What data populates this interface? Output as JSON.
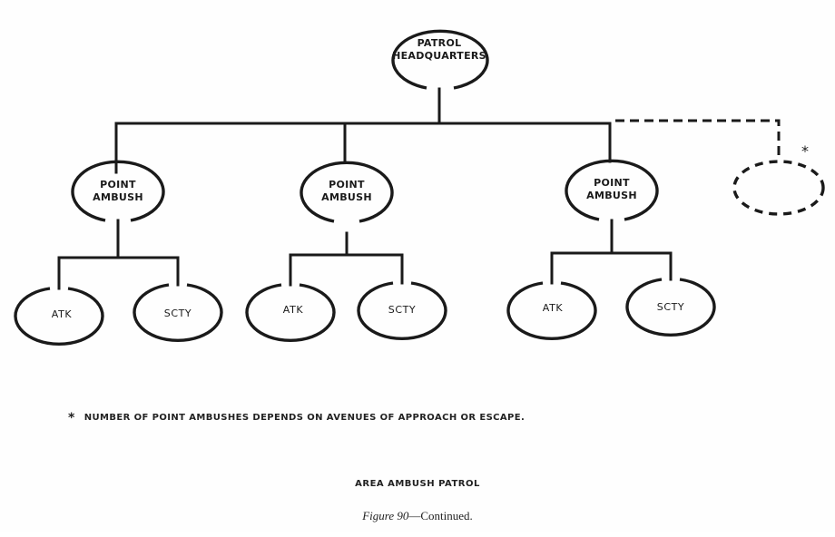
{
  "diagram": {
    "root": {
      "line1": "PATROL",
      "line2": "HEADQUARTERS"
    },
    "point_ambushes": [
      {
        "line1": "POINT",
        "line2": "AMBUSH",
        "children": [
          "ATK",
          "SCTY"
        ]
      },
      {
        "line1": "POINT",
        "line2": "AMBUSH",
        "children": [
          "ATK",
          "SCTY"
        ]
      },
      {
        "line1": "POINT",
        "line2": "AMBUSH",
        "children": [
          "ATK",
          "SCTY"
        ]
      }
    ],
    "optional_marker": "*"
  },
  "footnote": {
    "mark": "*",
    "text": "NUMBER OF POINT AMBUSHES DEPENDS ON AVENUES OF APPROACH OR ESCAPE."
  },
  "title": "AREA AMBUSH PATROL",
  "caption": {
    "figure": "Figure 90",
    "suffix": "—Continued."
  }
}
